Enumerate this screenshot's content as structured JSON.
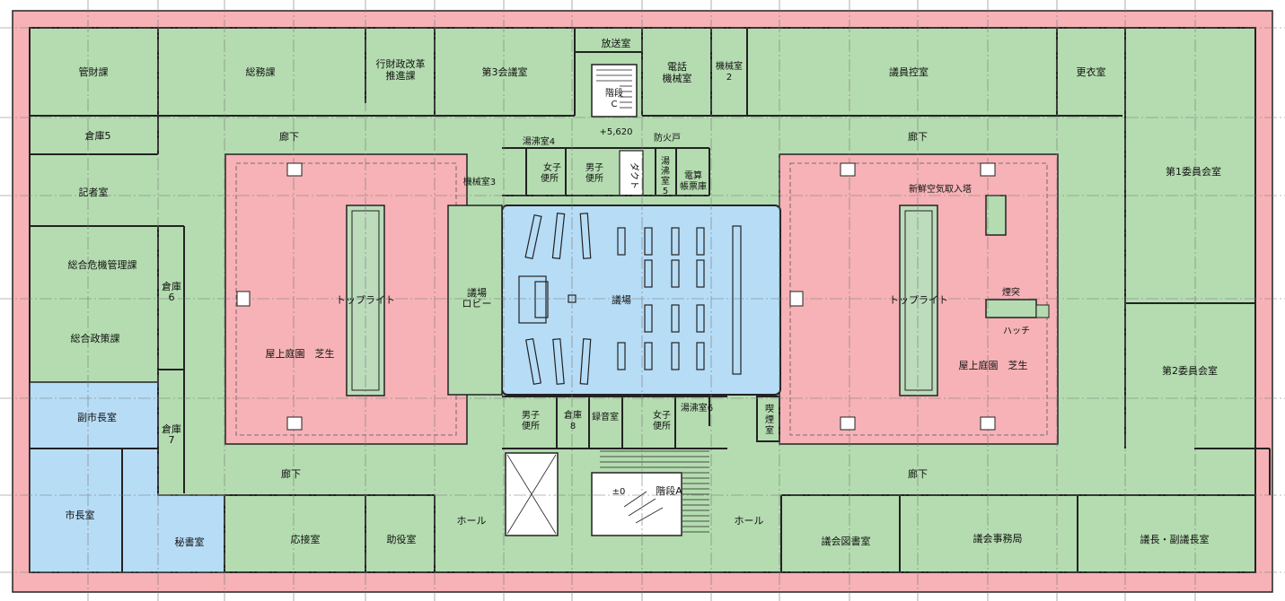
{
  "colors": {
    "office_green": "#b4dcb0",
    "roof_pink": "#f6b2b6",
    "mayor_blue": "#b7dcf6",
    "wall": "#222222",
    "grid": "#777777",
    "skylight": "#bcdcbc"
  },
  "rooms": {
    "kanzai": "管財課",
    "somu": "総務課",
    "gyozaisei_1": "行財政改革",
    "gyozaisei_2": "推進課",
    "kaigi3": "第3会議室",
    "hoso": "放送室",
    "kaidan_c_1": "階段",
    "kaidan_c_2": "C",
    "denwa_1": "電話",
    "denwa_2": "機械室",
    "kikai2_1": "機械室",
    "kikai2_2": "2",
    "giin_hikae": "議員控室",
    "koui": "更衣室",
    "soko5": "倉庫5",
    "kisha": "記者室",
    "kiki": "総合危機管理課",
    "seisaku": "総合政策課",
    "soko6_1": "倉庫",
    "soko6_2": "6",
    "fukushicho": "副市長室",
    "soko7_1": "倉庫",
    "soko7_2": "7",
    "shicho": "市長室",
    "hisho": "秘書室",
    "osetsu": "応接室",
    "joyaku": "助役室",
    "hall_left": "ホール",
    "hall_right": "ホール",
    "kaidan_a": "階段A",
    "level_zero": "±0",
    "gikai_tosho": "議会図書室",
    "gikai_jimu": "議会事務局",
    "gicho": "議長・副議長室",
    "iin1": "第1委員会室",
    "iin2": "第2委員会室",
    "roka_top_left": "廊下",
    "roka_top_right": "廊下",
    "roka_bottom_left": "廊下",
    "roka_bottom_right": "廊下",
    "toplight_left": "トップライト",
    "toplight_right": "トップライト",
    "garden_left": "屋上庭園　芝生",
    "garden_right": "屋上庭園　芝生",
    "gijo_lobby_1": "議場",
    "gijo_lobby_2": "ロビー",
    "gijo": "議場",
    "yuwakashi4": "湯沸室4",
    "kikai3": "機械室3",
    "level_top": "+5,620",
    "bokado": "防火戸",
    "joshi_top_1": "女子",
    "joshi_top_2": "便所",
    "danshi_top_1": "男子",
    "danshi_top_2": "便所",
    "duct": "ダクト",
    "yuwakashi5_1": "湯",
    "yuwakashi5_2": "沸",
    "yuwakashi5_3": "室",
    "yuwakashi5_4": "5",
    "densan_1": "電算",
    "densan_2": "帳票庫",
    "shinsen": "新鮮空気取入塔",
    "entotsu": "煙突",
    "hatch": "ハッチ",
    "danshi_bot_1": "男子",
    "danshi_bot_2": "便所",
    "soko8_1": "倉庫",
    "soko8_2": "8",
    "rokuon": "録音室",
    "joshi_bot_1": "女子",
    "joshi_bot_2": "便所",
    "yuwakashi6": "湯沸室6",
    "kitsuen_1": "喫",
    "kitsuen_2": "煙",
    "kitsuen_3": "室"
  }
}
